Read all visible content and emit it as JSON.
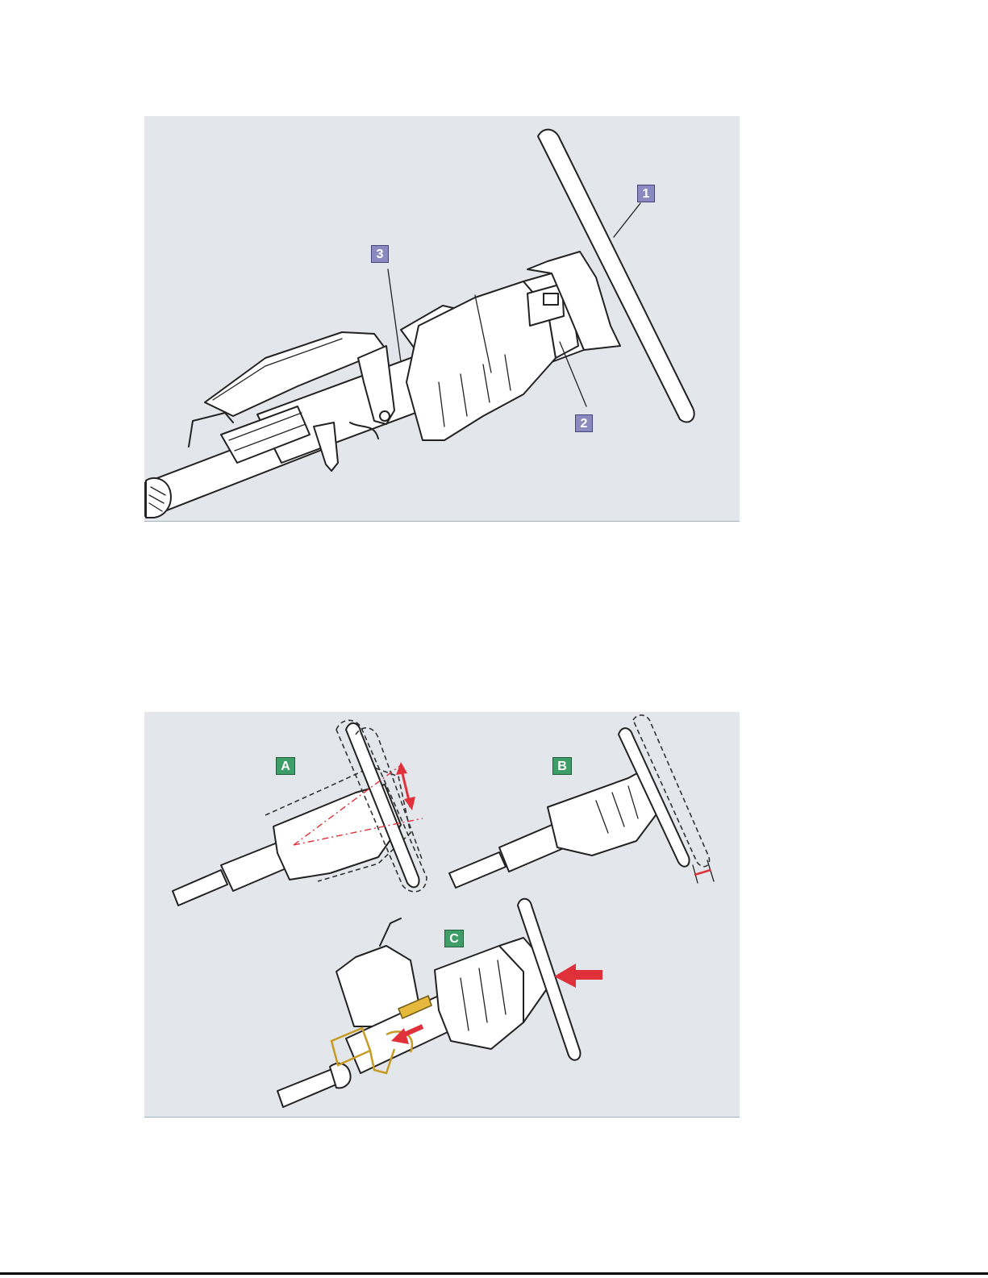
{
  "figure_top": {
    "callouts": [
      "1",
      "2",
      "3"
    ]
  },
  "figure_bottom": {
    "callouts": [
      "A",
      "B",
      "C"
    ]
  },
  "colors": {
    "panel_background": "#e3e6ea",
    "number_callout": "#8a8ac0",
    "letter_callout": "#3f9d68",
    "motion_arrow": "#e0303a",
    "highlighted_part": "#e6b83c"
  }
}
